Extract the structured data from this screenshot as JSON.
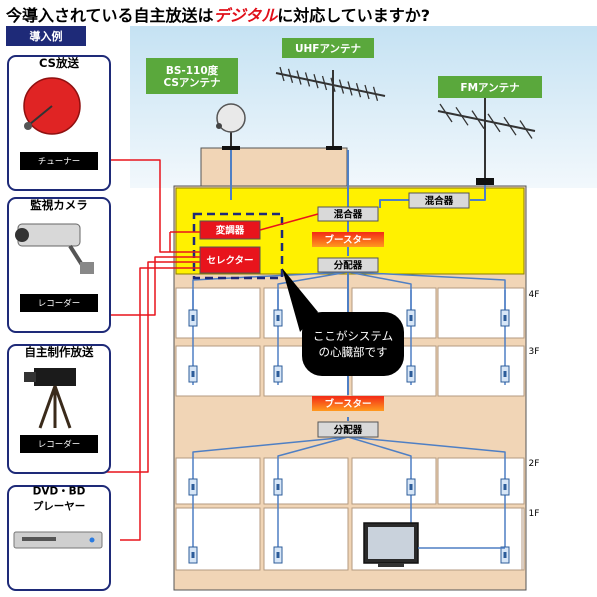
{
  "headline": {
    "before": "今導入されている自主放送は",
    "highlight": "デジタル",
    "after": "に対応していますか?",
    "highlight_color": "#e0101a"
  },
  "example_tag": "導入例",
  "sources": [
    {
      "title": "CS放送",
      "device": "チューナー",
      "icon": "satellite-dish-icon"
    },
    {
      "title": "監視カメラ",
      "device": "レコーダー",
      "icon": "security-camera-icon"
    },
    {
      "title": "自主制作放送",
      "device": "レコーダー",
      "icon": "video-camera-tripod-icon"
    },
    {
      "title": "DVD・BD\nプレーヤー",
      "device": "",
      "icon": "dvd-player-icon"
    }
  ],
  "antennas": {
    "bs": "BS-110度\nCSアンテナ",
    "uhf": "UHFアンテナ",
    "fm": "FMアンテナ"
  },
  "equipment": {
    "mixer": "混合器",
    "modulator": "変調器",
    "selector": "セレクター",
    "booster": "ブースター",
    "splitter": "分配器"
  },
  "callout": "ここがシステム\nの心臓部です",
  "floors": [
    "4F",
    "3F",
    "2F",
    "1F"
  ],
  "colors": {
    "accent_green": "#5aa83c",
    "system_yellow": "#fff100",
    "red_device": "#e8141c",
    "signal_red": "#e8141c",
    "coax_blue": "#4f7fc4",
    "frame_navy": "#1e2a78",
    "building": "#f1d5b6"
  }
}
